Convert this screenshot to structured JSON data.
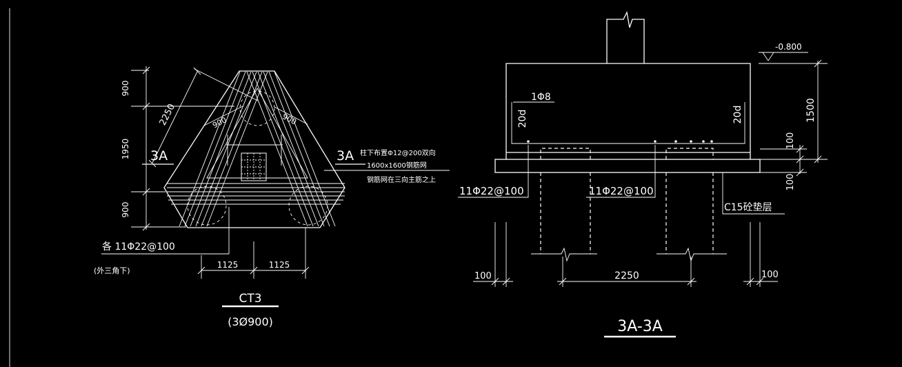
{
  "plan": {
    "dim_900_top": "900",
    "dim_1950": "1950",
    "dim_900_bottom": "900",
    "dim_2250": "2250",
    "dim_900_left": "900",
    "dim_900_right": "900",
    "section_mark_left": "3A",
    "section_mark_right": "3A",
    "note_line1": "柱下布置Φ12@200双向",
    "note_line2": "1600x1600钢筋网",
    "note_line3": "钢筋网在三向主筋之上",
    "rebar_label": "各 11Φ22@100",
    "rebar_sublabel": "(外三角下)",
    "dim_1125_left": "1125",
    "dim_1125_right": "1125",
    "title": "CT3",
    "subtitle": "(3Ø900)"
  },
  "section": {
    "stirrup_label": "1Φ8",
    "dim_20d_left": "20d",
    "dim_20d_right": "20d",
    "elevation": "-0.800",
    "dim_1500": "1500",
    "dim_100_right_upper": "100",
    "dim_100_right_lower": "100",
    "rebar_left": "11Φ22@100",
    "rebar_right": "11Φ22@100",
    "pad_label": "C15砼垫层",
    "dim_100_left": "100",
    "dim_2250": "2250",
    "dim_100_bottom_right": "100",
    "title": "3A-3A"
  }
}
